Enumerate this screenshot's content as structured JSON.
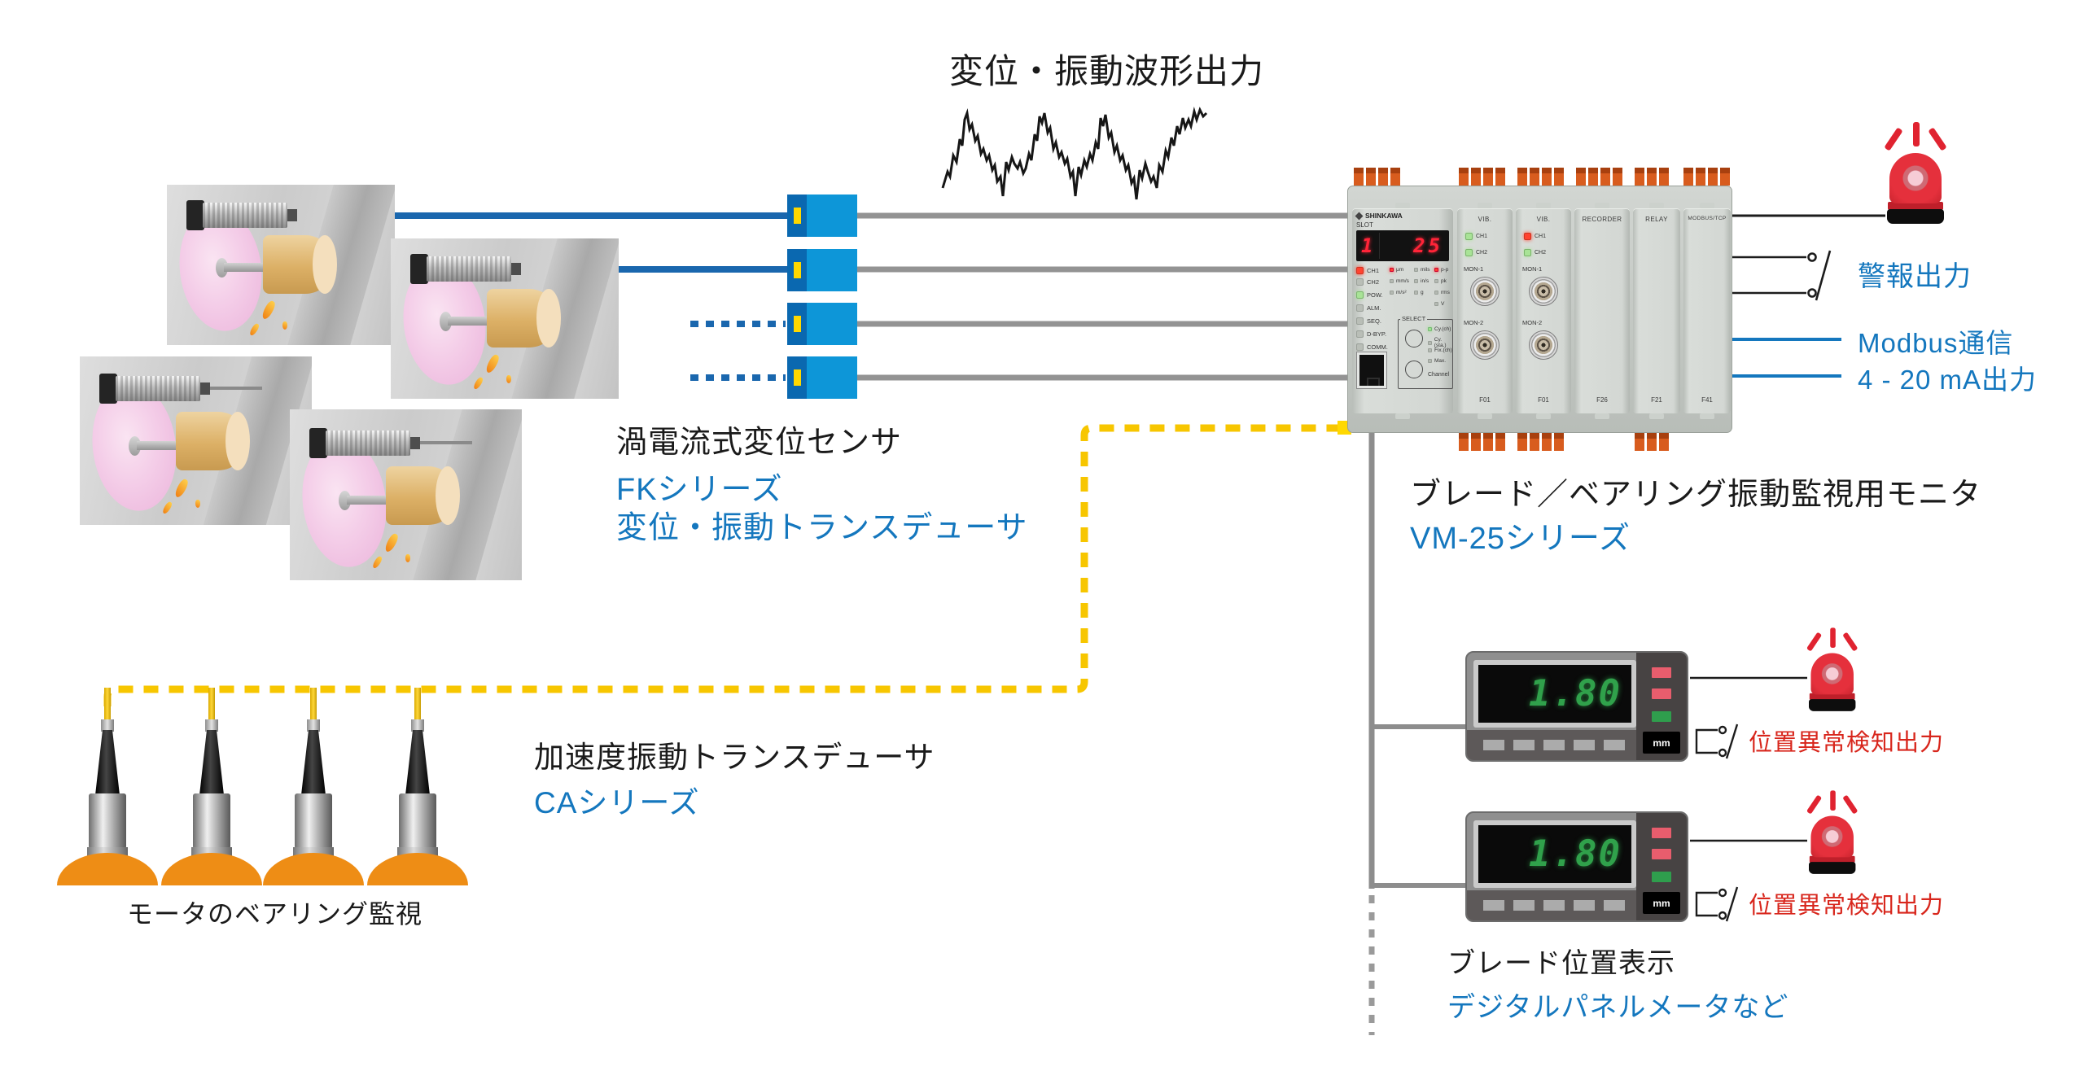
{
  "diagram": {
    "title": "変位・振動波形出力",
    "fk": {
      "name": "渦電流式変位センサ",
      "series": "FKシリーズ",
      "type": "変位・振動トランスデューサ"
    },
    "vm": {
      "name": "ブレード／ベアリング振動監視用モニタ",
      "series": "VM-25シリーズ"
    },
    "ca": {
      "name": "加速度振動トランスデューサ",
      "series": "CAシリーズ",
      "caption": "モータのベアリング監視"
    },
    "outputs": {
      "alarm": "警報出力",
      "modbus": "Modbus通信",
      "analog": "4 - 20 mA出力",
      "position_alarm": "位置異常検知出力"
    },
    "panel_meter": {
      "value": "1.80",
      "unit": "mm",
      "name": "ブレード位置表示",
      "series": "デジタルパネルメータなど"
    },
    "colors": {
      "accent_blue": "#1477be",
      "alert_red": "#d8261c",
      "cable_yellow": "#f7c600",
      "cable_blue": "#1a67ae",
      "beacon_red": "#e5303c"
    }
  },
  "monitor": {
    "brand": "SHINKAWA",
    "slot_label": "SLOT",
    "slot_number": "1",
    "display_value": "25",
    "status_leds": [
      "CH1",
      "CH2",
      "POW.",
      "ALM.",
      "SEQ.",
      "D-BYP.",
      "COMM."
    ],
    "units": [
      [
        "μm",
        "mils",
        "p-p"
      ],
      [
        "mm/s",
        "in/s",
        "pk"
      ],
      [
        "m/s²",
        "g",
        "rms"
      ],
      [
        "",
        "",
        "V"
      ]
    ],
    "select_label": "SELECT",
    "select_options": [
      "Cy.(ch)",
      "Cy.(sta.)",
      "Fix.(ch)",
      "Max."
    ],
    "channel_label": "Channel",
    "vib": {
      "title": "VIB.",
      "ch1": "CH1",
      "ch2": "CH2",
      "mon1": "MON-1",
      "mon2": "MON-2",
      "code": "F01"
    },
    "recorder": {
      "title": "RECORDER",
      "code": "F26"
    },
    "relay": {
      "title": "RELAY",
      "code": "F21"
    },
    "modbus": {
      "title": "MODBUS/TCP",
      "code": "F41"
    }
  }
}
